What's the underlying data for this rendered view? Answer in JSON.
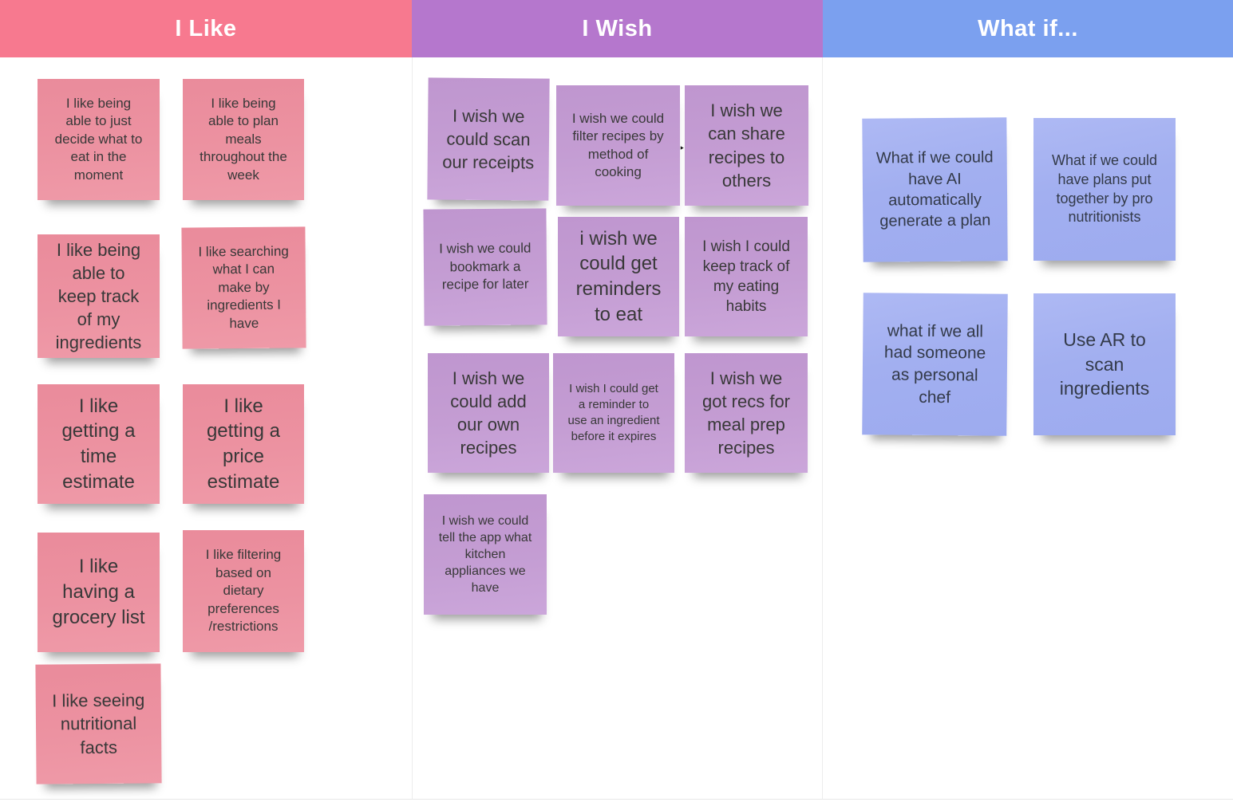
{
  "columns": [
    {
      "title": "I Like",
      "header_color": "#f7798f",
      "note_color": "#ec92a1",
      "notes": [
        {
          "text": "I like being able to just decide what to eat in the moment"
        },
        {
          "text": "I like being able to plan meals throughout the week"
        },
        {
          "text": "I like being able to keep track of my ingredients"
        },
        {
          "text": "I like searching what I can make by ingredients I have"
        },
        {
          "text": "I like getting a time estimate"
        },
        {
          "text": "I like getting a price estimate"
        },
        {
          "text": "I like having a grocery list"
        },
        {
          "text": "I like filtering based on dietary preferences /restrictions"
        },
        {
          "text": "I like seeing nutritional facts"
        }
      ]
    },
    {
      "title": "I Wish",
      "header_color": "#b577cd",
      "note_color": "#c49dd3",
      "notes": [
        {
          "text": "I wish we could scan our receipts"
        },
        {
          "text": "I wish we could filter recipes by method of cooking"
        },
        {
          "text": "I wish we can share recipes to others"
        },
        {
          "text": "I wish we could bookmark a recipe for later"
        },
        {
          "text": "i wish we could get reminders to eat"
        },
        {
          "text": "I wish I could keep track of my eating habits"
        },
        {
          "text": "I wish we could add our own recipes"
        },
        {
          "text": "I wish I could get a reminder to use an ingredient before it expires"
        },
        {
          "text": "I wish we got recs for meal prep recipes"
        },
        {
          "text": "I wish we could tell the app what kitchen appliances we have"
        }
      ]
    },
    {
      "title": "What if...",
      "header_color": "#7ba0ef",
      "note_color": "#a2aff0",
      "notes": [
        {
          "text": "What if we could have AI automatically generate a plan"
        },
        {
          "text": "What if we could have plans put together by pro nutritionists"
        },
        {
          "text": "what if we all had someone as personal chef"
        },
        {
          "text": "Use AR to scan ingredients"
        }
      ]
    }
  ],
  "icons": {
    "cursor_mark": "‣"
  }
}
